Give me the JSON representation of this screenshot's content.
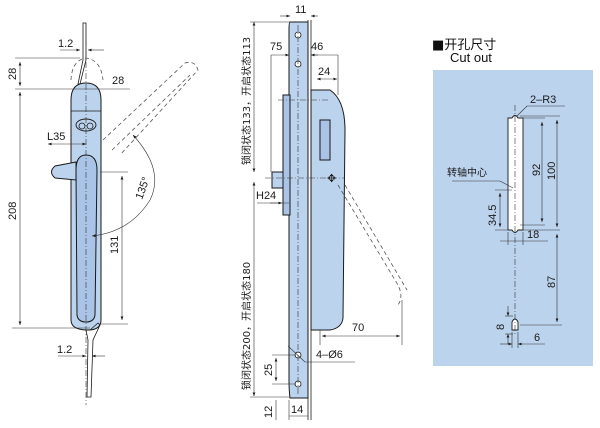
{
  "colors": {
    "part_fill": "#bcd3ee",
    "part_fill_dark": "#a9c4e6",
    "cutout_panel": "#bcd3ee",
    "line": "#1a1a1a"
  },
  "front_view": {
    "dims": {
      "top_thickness": "1.2",
      "top_offset_v": "28",
      "top_offset_h": "28",
      "handle_width": "L35",
      "overall_height": "208",
      "pivot_height": "131",
      "rotation_angle": "135°",
      "bottom_thickness": "1.2"
    }
  },
  "side_view": {
    "dims": {
      "top_width": "11",
      "dim_75": "75",
      "dim_46": "46",
      "dim_24": "24",
      "cam_height": "H24",
      "open_reach": "70",
      "holes": "4–Ø6",
      "hole_spacing": "25",
      "bottom_margin": "12",
      "plate_width": "14"
    },
    "upper_note": "锁闭状态133，开启状态113",
    "lower_note": "锁闭状态200，开启状态180"
  },
  "cutout": {
    "title_cn": "开孔尺寸",
    "title_en": "Cut out",
    "bullet": "■",
    "dims": {
      "radius": "2–R3",
      "inner_height": "92",
      "outer_height": "100",
      "pivot_label": "转轴中心",
      "pivot_offset": "34.5",
      "slot_width": "18",
      "lower_distance": "87",
      "hole_height": "8",
      "hole_width": "6"
    }
  }
}
